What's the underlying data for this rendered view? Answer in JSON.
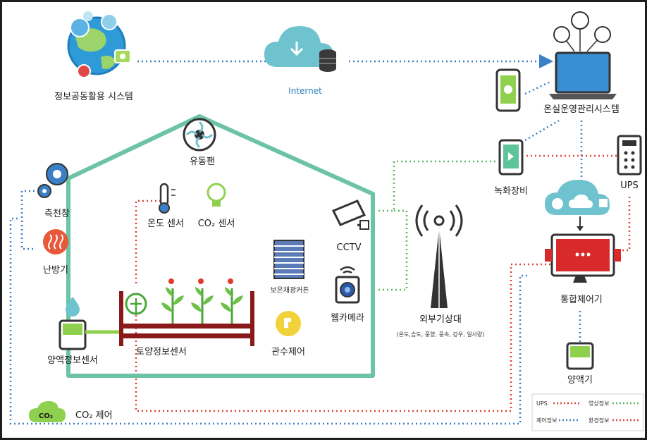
{
  "labels": {
    "info_system": "정보공동활용 시스템",
    "internet": "Internet",
    "greenhouse_mgmt": "온실운영관리시스템",
    "recorder": "녹화장비",
    "ups": "UPS",
    "fan": "유동팬",
    "temp_sensor": "온도 센서",
    "co2_sensor": "CO₂ 센서",
    "cctv": "CCTV",
    "webcam": "웹카메라",
    "curtain": "보온채광커튼",
    "irrigation": "관수제어",
    "soil_sensor": "토양정보센서",
    "nutrient_sensor": "양액정보센서",
    "side_window": "측천창",
    "heater": "난방기",
    "co2_control": "CO₂ 제어",
    "co2_badge": "CO₂",
    "weather_station": "외부기상대",
    "weather_detail": "(온도,습도, 풍향, 풍속, 강우, 일사량)",
    "integrated_controller": "통합제어기",
    "nutrient_supplier": "양액기"
  },
  "legend": {
    "ups": "UPS",
    "video": "영상정보",
    "control": "제어정보",
    "environment": "환경정보"
  },
  "colors": {
    "greenhouse": "#6cc3a6",
    "control_line": "#3b7fc4",
    "environment_line": "#d9463a",
    "video_line": "#5cb85c",
    "controller": "#d82a2a",
    "cloud": "#6fc3cf"
  }
}
